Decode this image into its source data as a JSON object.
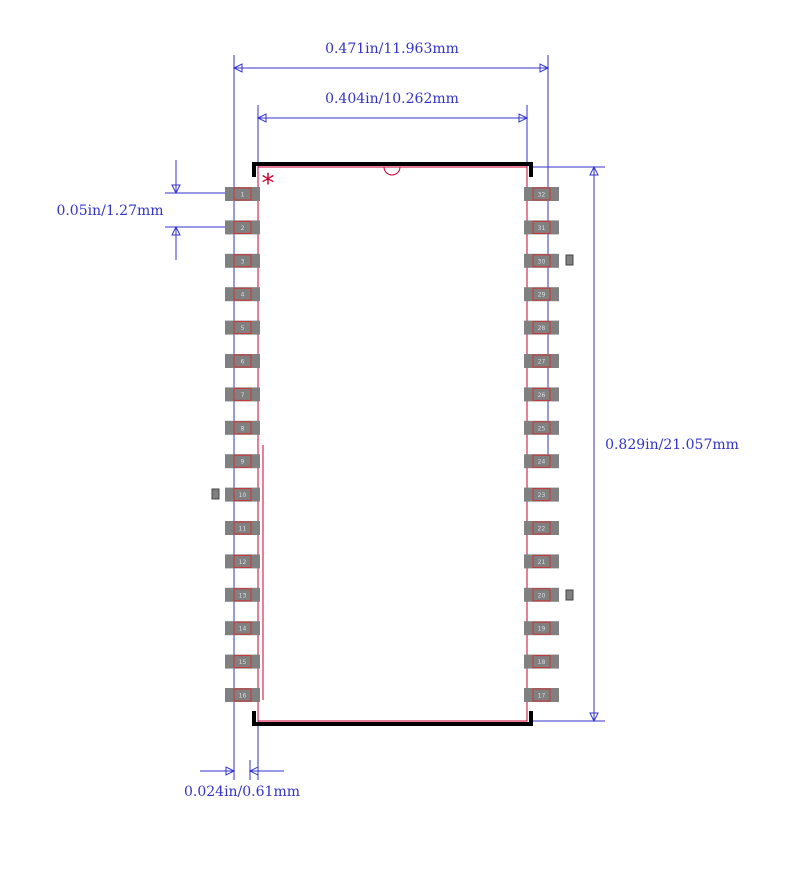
{
  "colors": {
    "dimension": "#3333cc",
    "outline": "#000000",
    "silk": "#cc0033",
    "pad": "#808080",
    "pad_outline": "#cc3333",
    "pin_text": "#dddddd",
    "marker": "#cc0033"
  },
  "dimensions": {
    "overall_width": "0.471in/11.963mm",
    "body_width": "0.404in/10.262mm",
    "pitch": "0.05in/1.27mm",
    "body_length": "0.829in/21.057mm",
    "pad_width": "0.024in/0.61mm"
  },
  "pin1_marker": "*",
  "pins_left": [
    "1",
    "2",
    "3",
    "4",
    "5",
    "6",
    "7",
    "8",
    "9",
    "10",
    "11",
    "12",
    "13",
    "14",
    "15",
    "16"
  ],
  "pins_right": [
    "32",
    "31",
    "30",
    "29",
    "28",
    "27",
    "26",
    "25",
    "24",
    "23",
    "22",
    "21",
    "20",
    "19",
    "18",
    "17"
  ]
}
